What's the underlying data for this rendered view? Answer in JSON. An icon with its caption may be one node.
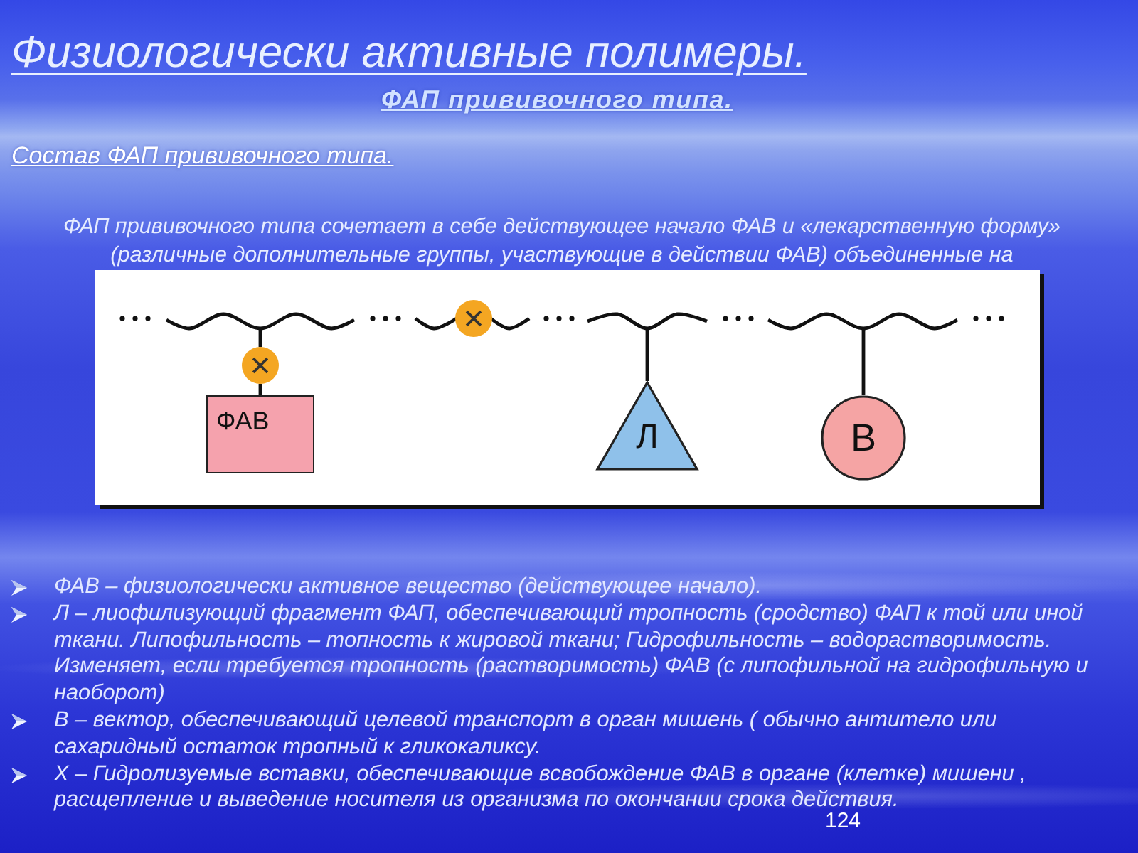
{
  "diagram": {
    "title": "Физиологически активные полимеры.",
    "nodes": [
      {
        "text": [],
        "shape": "circle"
      },
      {
        "text": [
          "ФАВ"
        ]
      },
      {
        "text": [],
        "shape": "circle"
      },
      {
        "text": [
          "Л"
        ]
      },
      {
        "text": [
          "В"
        ]
      }
    ],
    "edges": [
      {
        "from": null,
        "to": 0,
        "arrow": "none"
      },
      {
        "from": 0,
        "to": 1,
        "arrow": "none"
      },
      {
        "from": null,
        "to": 3,
        "arrow": "none"
      },
      {
        "from": null,
        "to": 4,
        "arrow": "none"
      }
    ],
    "labels": [
      "ФАП прививочного типа.",
      "Состав ФАП прививочного типа.",
      "ФАП прививочного типа сочетает в себе действующее начало ФАВ и «лекарственную форму» (различные дополнительные группы, участвующие в действии ФАВ) объединенные на",
      "ФАВ – физиологически активное вещество (действующее начало).",
      "Л – лиофилизующий фрагмент ФАП, обеспечивающий тропность (сродство) ФАП к той или иной ткани. Липофильность – топность к жировой ткани; Гидрофильность – водорастворимость. Изменяет, если требуется тропность (растворимость) ФАВ (с липофильной на гидрофильную и наоборот)",
      "В – вектор, обеспечивающий целевой транспорт в орган мишень ( обычно антитело или сахаридный остаток тропный к гликокаликсу.",
      "Х – Гидролизуемые вставки, обеспечивающие всвобождение ФАВ в органе (клетке) мишени , расщепление и выведение носителя из организма по окончании срока действия.",
      "124"
    ]
  }
}
